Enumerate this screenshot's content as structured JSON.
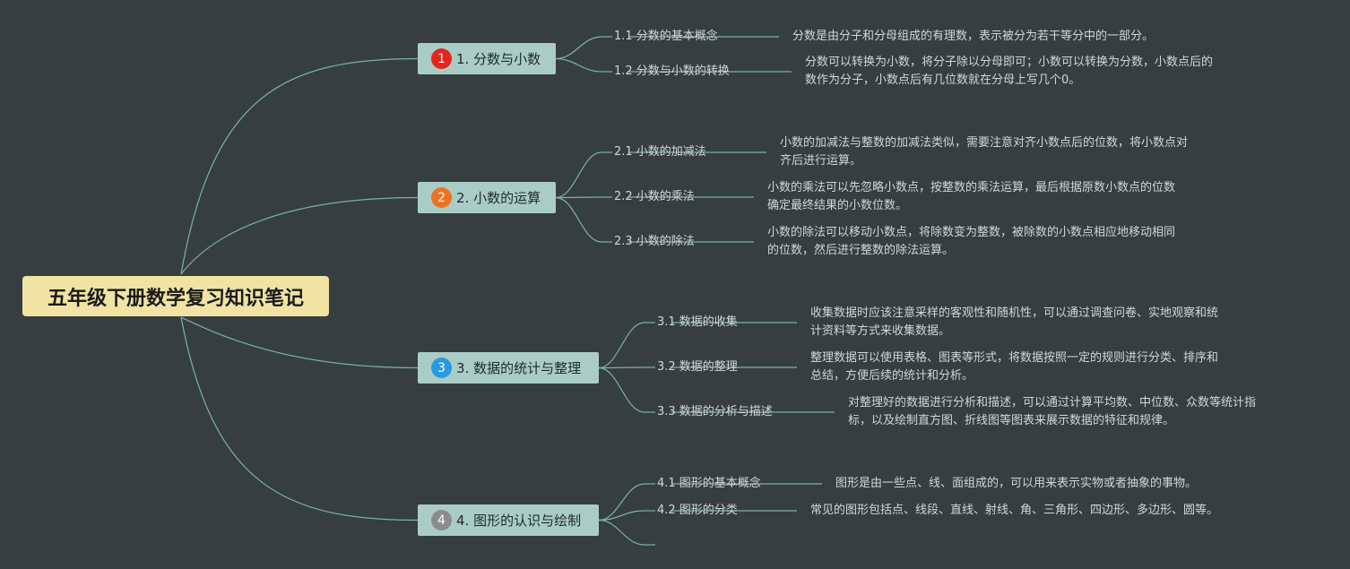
{
  "colors": {
    "background": "#373e40",
    "connector": "#79b3a6",
    "root_fill": "#f0e3a3",
    "topic_fill": "#a9cdc6"
  },
  "root": {
    "label": "五年级下册数学复习知识笔记"
  },
  "topics": [
    {
      "num": "1",
      "badge_color": "#e3261d",
      "label": "1. 分数与小数",
      "items": [
        {
          "label": "1.1 分数的基本概念",
          "desc": [
            "分数是由分子和分母组成的有理数，表示被分为若干等分中的一部分。"
          ]
        },
        {
          "label": "1.2 分数与小数的转换",
          "desc": [
            "分数可以转换为小数，将分子除以分母即可；小数可以转换为分数，小数点后的",
            "数作为分子，小数点后有几位数就在分母上写几个0。"
          ]
        }
      ]
    },
    {
      "num": "2",
      "badge_color": "#ef7222",
      "label": "2. 小数的运算",
      "items": [
        {
          "label": "2.1 小数的加减法",
          "desc": [
            "小数的加减法与整数的加减法类似，需要注意对齐小数点后的位数，将小数点对",
            "齐后进行运算。"
          ]
        },
        {
          "label": "2.2 小数的乘法",
          "desc": [
            "小数的乘法可以先忽略小数点，按整数的乘法运算，最后根据原数小数点的位数",
            "确定最终结果的小数位数。"
          ]
        },
        {
          "label": "2.3 小数的除法",
          "desc": [
            "小数的除法可以移动小数点，将除数变为整数，被除数的小数点相应地移动相同",
            "的位数，然后进行整数的除法运算。"
          ]
        }
      ]
    },
    {
      "num": "3",
      "badge_color": "#2a9ae0",
      "label": "3. 数据的统计与整理",
      "items": [
        {
          "label": "3.1 数据的收集",
          "desc": [
            "收集数据时应该注意采样的客观性和随机性，可以通过调查问卷、实地观察和统",
            "计资料等方式来收集数据。"
          ]
        },
        {
          "label": "3.2 数据的整理",
          "desc": [
            "整理数据可以使用表格、图表等形式，将数据按照一定的规则进行分类、排序和",
            "总结，方便后续的统计和分析。"
          ]
        },
        {
          "label": "3.3 数据的分析与描述",
          "desc": [
            "对整理好的数据进行分析和描述，可以通过计算平均数、中位数、众数等统计指",
            "标，以及绘制直方图、折线图等图表来展示数据的特征和规律。"
          ]
        }
      ]
    },
    {
      "num": "4",
      "badge_color": "#8c8c8c",
      "label": "4. 图形的认识与绘制",
      "items": [
        {
          "label": "4.1 图形的基本概念",
          "desc": [
            "图形是由一些点、线、面组成的，可以用来表示实物或者抽象的事物。"
          ]
        },
        {
          "label": "4.2 图形的分类",
          "desc": [
            "常见的图形包括点、线段、直线、射线、角、三角形、四边形、多边形、圆等。"
          ]
        },
        {
          "label": "",
          "desc": []
        }
      ]
    }
  ]
}
